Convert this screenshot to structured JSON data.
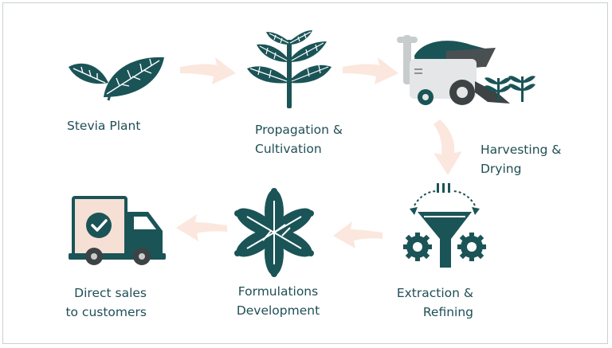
{
  "diagram": {
    "colors": {
      "icon": "#1b5457",
      "arrow": "#fbe7dd",
      "text": "#1f4e55",
      "truck_panel": "#f6dfd4",
      "harvester_body": "#e4e6e7"
    },
    "steps": [
      {
        "id": "stevia",
        "icon": "stevia-leaves-icon",
        "lines": [
          "Stevia Plant"
        ]
      },
      {
        "id": "propagation",
        "icon": "seedling-tree-icon",
        "lines": [
          "Propagation &",
          "Cultivation"
        ]
      },
      {
        "id": "harvesting",
        "icon": "harvester-icon",
        "lines": [
          "Harvesting &",
          "Drying"
        ]
      },
      {
        "id": "extraction",
        "icon": "funnel-gears-icon",
        "lines": [
          "Extraction &",
          "Refining"
        ]
      },
      {
        "id": "formulations",
        "icon": "molecule-flower-icon",
        "lines": [
          "Formulations",
          "Development"
        ]
      },
      {
        "id": "sales",
        "icon": "delivery-truck-icon",
        "lines": [
          "Direct sales",
          "to customers"
        ]
      }
    ]
  }
}
